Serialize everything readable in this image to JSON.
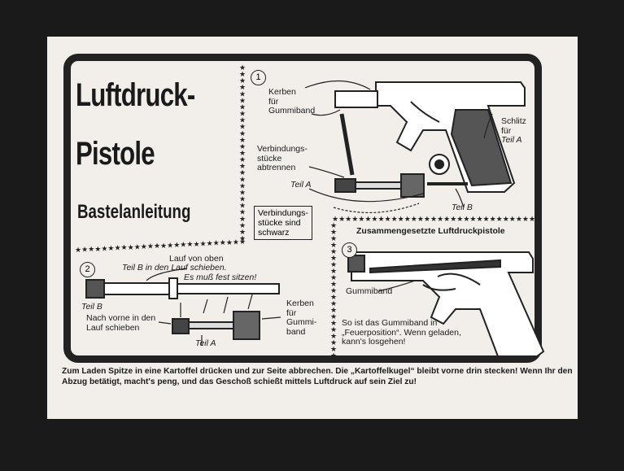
{
  "title_line1": "Luftdruck-",
  "title_line2": "Pistole",
  "subtitle": "Bastelanleitung",
  "step1": {
    "number": "1",
    "kerben_lines": [
      "Kerben",
      "für",
      "Gummiband"
    ],
    "verbindung_lines": [
      "Verbindungs-",
      "stücke",
      "abtrennen"
    ],
    "teil_a": "Teil A",
    "teil_b": "Teil B",
    "schlitz_lines": [
      "Schlitz",
      "für",
      "Teil A"
    ],
    "box_lines": [
      "Verbindungs-",
      "stücke sind",
      "schwarz"
    ]
  },
  "step2": {
    "number": "2",
    "lauf_line1": "Lauf von oben",
    "lauf_line2": "Teil B in den Lauf schieben.",
    "fest": "Es muß fest sitzen!",
    "teil_b": "Teil B",
    "vorne_line1": "Nach vorne in den",
    "vorne_line2": "Lauf schieben",
    "teil_a": "Teil A",
    "kerben_lines": [
      "Kerben",
      "für",
      "Gummi-",
      "band"
    ]
  },
  "step3": {
    "number": "3",
    "heading": "Zusammengesetzte Luftdruckpistole",
    "gummiband": "Gummiband",
    "text_lines": [
      "So ist das Gummiband in",
      "„Feuerposition“. Wenn geladen,",
      "kann's losgehen!"
    ]
  },
  "caption": "Zum Laden Spitze in eine Kartoffel drücken und zur Seite abbrechen. Die „Kartoffelkugel“ bleibt vorne drin stecken! Wenn Ihr den Abzug betätigt, macht's peng, und das Geschoß schießt mittels Luftdruck auf sein Ziel zu!"
}
